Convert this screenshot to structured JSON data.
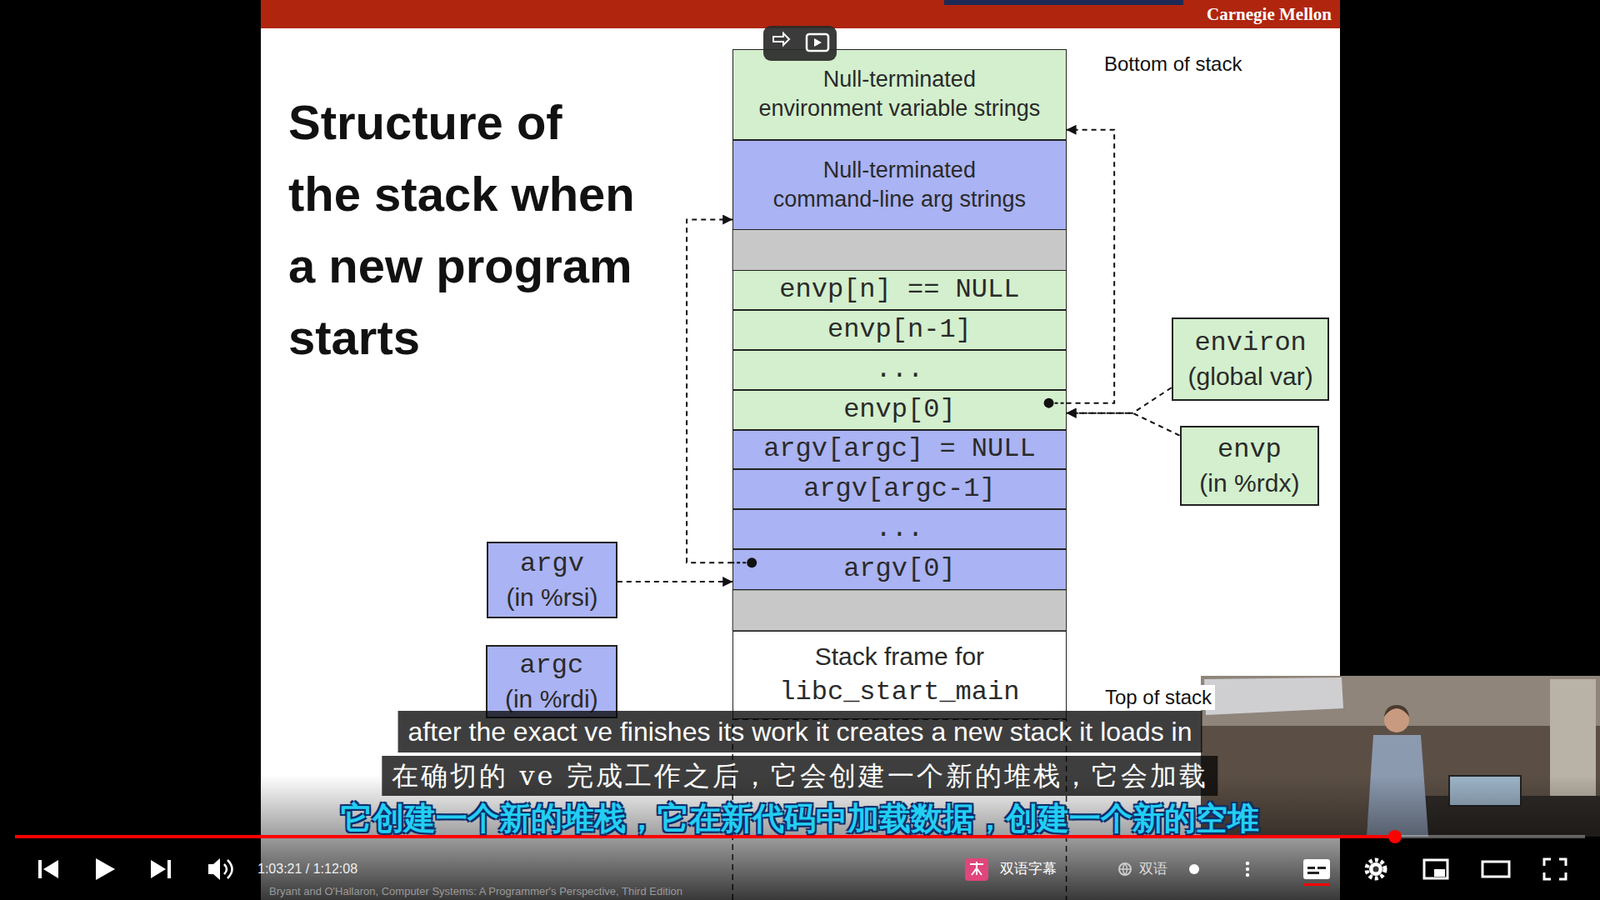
{
  "diagram": {
    "title": "Structure of the stack when a new program starts",
    "nodes": [
      {
        "text": [
          "Null-terminated environment variable strings"
        ]
      },
      {
        "text": [
          "Null-terminated command-line arg strings"
        ]
      },
      {
        "text": [
          "envp[n] == NULL"
        ]
      },
      {
        "text": [
          "envp[n-1]"
        ]
      },
      {
        "text": [
          "..."
        ]
      },
      {
        "text": [
          "envp[0]"
        ]
      },
      {
        "text": [
          "argv[argc] = NULL"
        ]
      },
      {
        "text": [
          "argv[argc-1]"
        ]
      },
      {
        "text": [
          "..."
        ]
      },
      {
        "text": [
          "argv[0]"
        ]
      },
      {
        "text": [
          "Stack frame for",
          "libc_start_main"
        ]
      },
      {
        "text": [
          "environ",
          "(global var)"
        ]
      },
      {
        "text": [
          "envp",
          "(in %rdx)"
        ]
      },
      {
        "text": [
          "argv",
          "(in %rsi)"
        ]
      },
      {
        "text": [
          "argc",
          "(in %rdi)"
        ]
      }
    ],
    "edges": [
      {
        "from": 11,
        "to": 5,
        "arrow": "to"
      },
      {
        "from": 12,
        "to": 5,
        "arrow": "to"
      },
      {
        "from": 13,
        "to": 9,
        "arrow": "to"
      },
      {
        "from": 5,
        "to": 0,
        "arrow": "to"
      },
      {
        "from": 9,
        "to": 1,
        "arrow": "to"
      }
    ],
    "labels": [
      "Carnegie Mellon",
      "Bottom of stack",
      "Top of stack",
      "after the exact ve finishes its work it creates a new stack it loads in",
      "在确切的 ve 完成工作之后，它会创建一个新的堆栈，它会加载",
      "它创建一个新的堆栈，它在新代码中加载数据，创建一个新的空堆",
      "Bryant and O'Hallaron, Computer Systems: A Programmer's Perspective, Third Edition",
      "1:03:21 / 1:12:08",
      "双语字幕",
      "双语"
    ]
  }
}
